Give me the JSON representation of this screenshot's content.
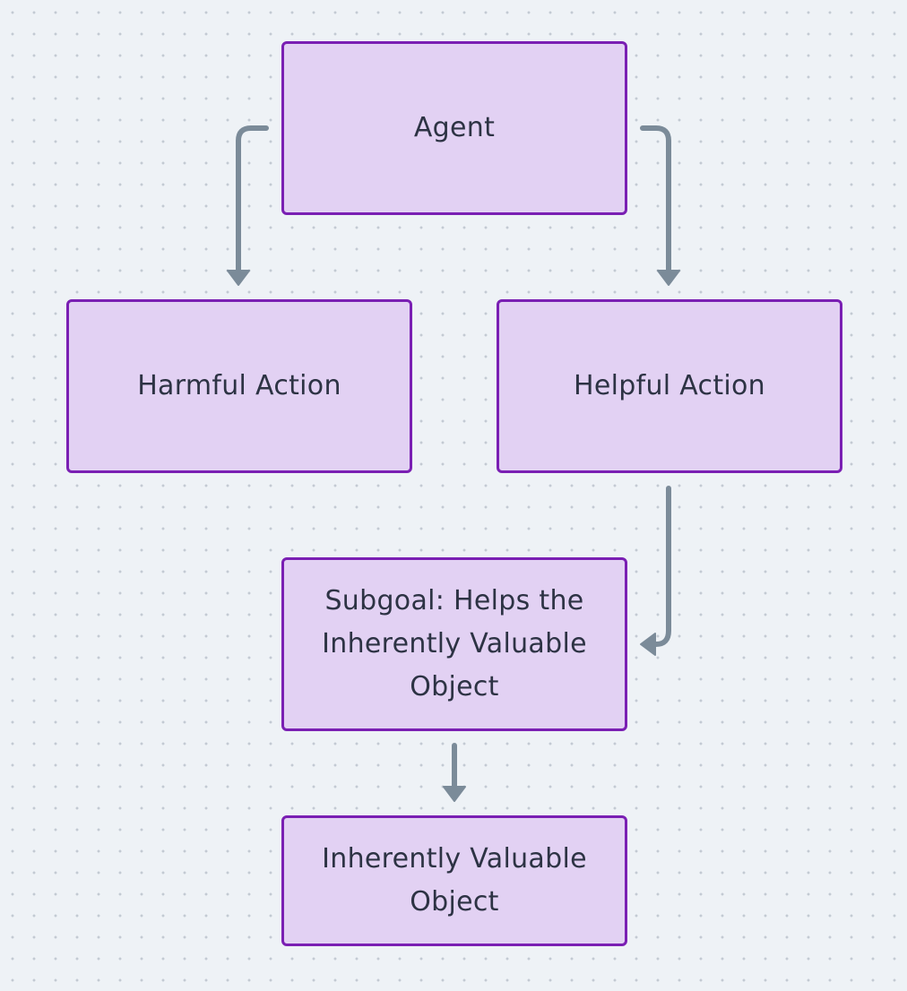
{
  "diagram": {
    "nodes": {
      "agent": "Agent",
      "harmful_action": "Harmful Action",
      "helpful_action": "Helpful Action",
      "subgoal": "Subgoal: Helps the Inherently Valuable Object",
      "valuable_object": "Inherently Valuable Object"
    },
    "edges": [
      {
        "from": "Agent",
        "to": "Harmful Action"
      },
      {
        "from": "Agent",
        "to": "Helpful Action"
      },
      {
        "from": "Helpful Action",
        "to": "Subgoal: Helps the Inherently Valuable Object"
      },
      {
        "from": "Subgoal: Helps the Inherently Valuable Object",
        "to": "Inherently Valuable Object"
      }
    ],
    "colors": {
      "background": "#eef2f6",
      "node_fill": "#e2d1f3",
      "node_border": "#7a1fb3",
      "edge": "#7b8b99",
      "text": "#2d3344"
    }
  }
}
